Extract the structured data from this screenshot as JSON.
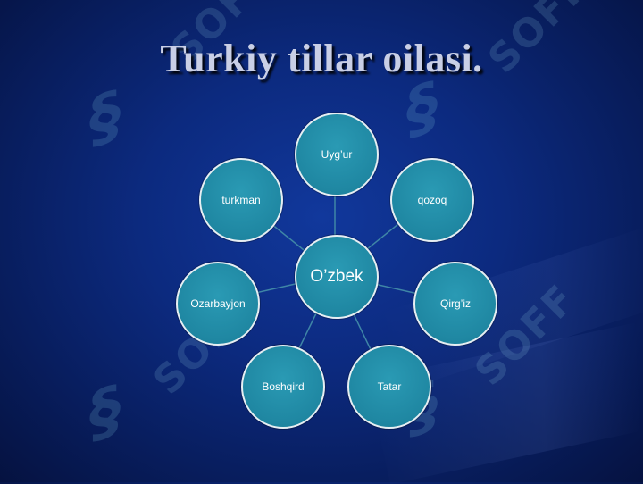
{
  "slide": {
    "title": "Turkiy tillar oilasi.",
    "watermark_text": "SOFF"
  },
  "diagram": {
    "center": "O’zbek",
    "nodes": [
      "Uyg’ur",
      "qozoq",
      "Qirg’iz",
      "Tatar",
      "Boshqird",
      "Ozarbayjon",
      "turkman"
    ]
  },
  "colors": {
    "background": "#0c2a7f",
    "node_fill": "#1f87a2",
    "node_border": "#e6eef2",
    "connector": "#3f86a6",
    "title_text": "#c9cfe6"
  }
}
